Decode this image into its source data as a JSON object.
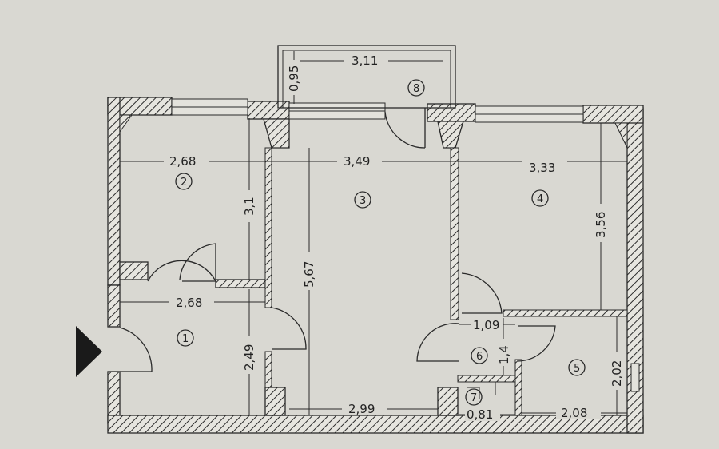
{
  "rooms": [
    {
      "id": "r1",
      "label": "1"
    },
    {
      "id": "r2",
      "label": "2"
    },
    {
      "id": "r3",
      "label": "3"
    },
    {
      "id": "r4",
      "label": "4"
    },
    {
      "id": "r5",
      "label": "5"
    },
    {
      "id": "r6",
      "label": "6"
    },
    {
      "id": "r7",
      "label": "7"
    },
    {
      "id": "r8",
      "label": "8"
    }
  ],
  "dimensions": {
    "balcony_width": "3,11",
    "balcony_depth": "0,95",
    "room2_width": "2,68",
    "room3_width": "3,49",
    "room4_width": "3,33",
    "room2_depth": "3,1",
    "room3_depth": "5,67",
    "room4_depth": "3,56",
    "hall_width": "2,68",
    "hall_depth": "2,49",
    "corridor_width": "1,09",
    "bath_depth": "1,4",
    "room5_depth": "2,02",
    "room3_bottom_width": "2,99",
    "wc_width": "0,81",
    "room5_width": "2,08"
  },
  "colors": {
    "background": "#d9d8d2",
    "ink": "#2a2a2a"
  }
}
